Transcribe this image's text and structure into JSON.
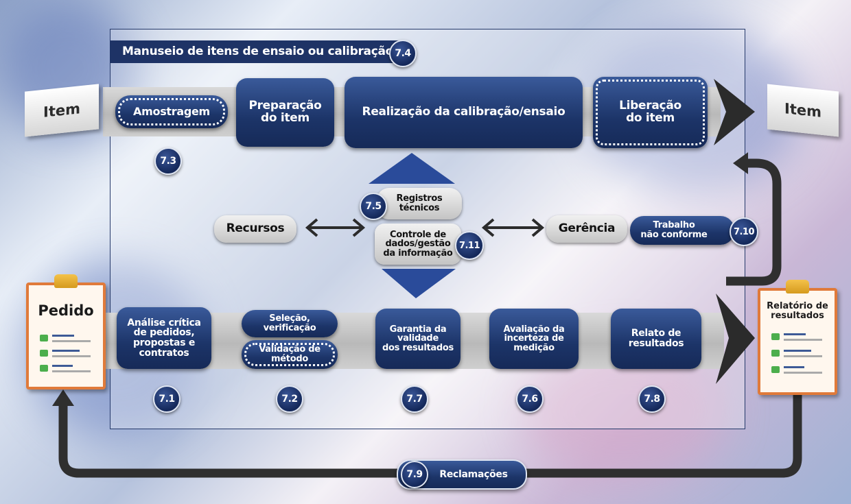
{
  "title": {
    "text": "Manuseio de itens de ensaio ou calibração",
    "badge": "7.4"
  },
  "top_row": {
    "item_left": "Item",
    "item_right": "Item",
    "amostragem": "Amostragem",
    "amostragem_badge": "7.3",
    "preparacao": "Preparação\ndo item",
    "realizacao": "Realização da calibração/ensaio",
    "liberacao": "Liberação\ndo item"
  },
  "middle": {
    "recursos": "Recursos",
    "gerencia": "Gerência",
    "registros": "Registros\ntécnicos",
    "registros_badge": "7.5",
    "controle": "Controle de\ndados/gestão\nda informação",
    "controle_badge": "7.11",
    "trabalho": "Trabalho\nnão conforme",
    "trabalho_badge": "7.10"
  },
  "bottom_row": {
    "pedido": "Pedido",
    "relatorio": "Relatório de\nresultados",
    "analise": "Análise crítica\nde pedidos,\npropostas e\ncontratos",
    "analise_badge": "7.1",
    "selecao": "Seleção,\nverificação",
    "validacao": "Validação de\nmétodo",
    "metodo_badge": "7.2",
    "garantia": "Garantia da\nvalidade\ndos resultados",
    "garantia_badge": "7.7",
    "avaliacao": "Avaliação da\nincerteza de\nmedição",
    "avaliacao_badge": "7.6",
    "relato": "Relato de\nresultados",
    "relato_badge": "7.8"
  },
  "reclamacoes": {
    "badge": "7.9",
    "label": "Reclamações"
  },
  "colors": {
    "navy": "#1e3366",
    "orange": "#e07a3a",
    "gray_band": "#c4c4c4"
  }
}
